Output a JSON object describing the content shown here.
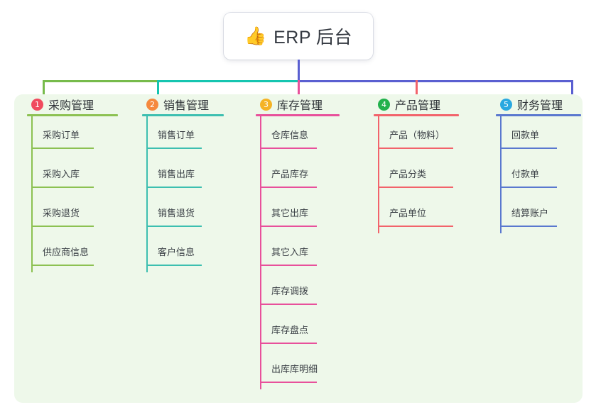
{
  "root": {
    "icon": "thumbs-up-icon",
    "emoji": "👍",
    "title": "ERP 后台"
  },
  "colors": {
    "panel_bg": "#eef8ea",
    "card_bg": "#ffffff",
    "stem": "#5a5fd1",
    "bus_green": "#77bb4b",
    "bus_teal": "#15c5b0",
    "bus_blue": "#5a5fd1"
  },
  "columns": [
    {
      "index": "1",
      "badge_number": "1",
      "badge_color": "#f04a5e",
      "line_color": "#8cc152",
      "title": "采购管理",
      "items": [
        "采购订单",
        "采购入库",
        "采购退货",
        "供应商信息"
      ]
    },
    {
      "index": "2",
      "badge_number": "2",
      "badge_color": "#f5893e",
      "line_color": "#3dbfb0",
      "title": "销售管理",
      "items": [
        "销售订单",
        "销售出库",
        "销售退货",
        "客户信息"
      ]
    },
    {
      "index": "3",
      "badge_number": "3",
      "badge_color": "#f5b324",
      "line_color": "#e8509b",
      "title": "库存管理",
      "items": [
        "仓库信息",
        "产品库存",
        "其它出库",
        "其它入库",
        "库存调拨",
        "库存盘点",
        "出库库明细"
      ]
    },
    {
      "index": "4",
      "badge_number": "4",
      "badge_color": "#22b14c",
      "line_color": "#f2636b",
      "title": "产品管理",
      "items": [
        "产品（物料）",
        "产品分类",
        "产品单位"
      ]
    },
    {
      "index": "5",
      "badge_number": "5",
      "badge_color": "#29a8e0",
      "line_color": "#5a78cf",
      "title": "财务管理",
      "items": [
        "回款单",
        "付款单",
        "结算账户"
      ]
    }
  ]
}
